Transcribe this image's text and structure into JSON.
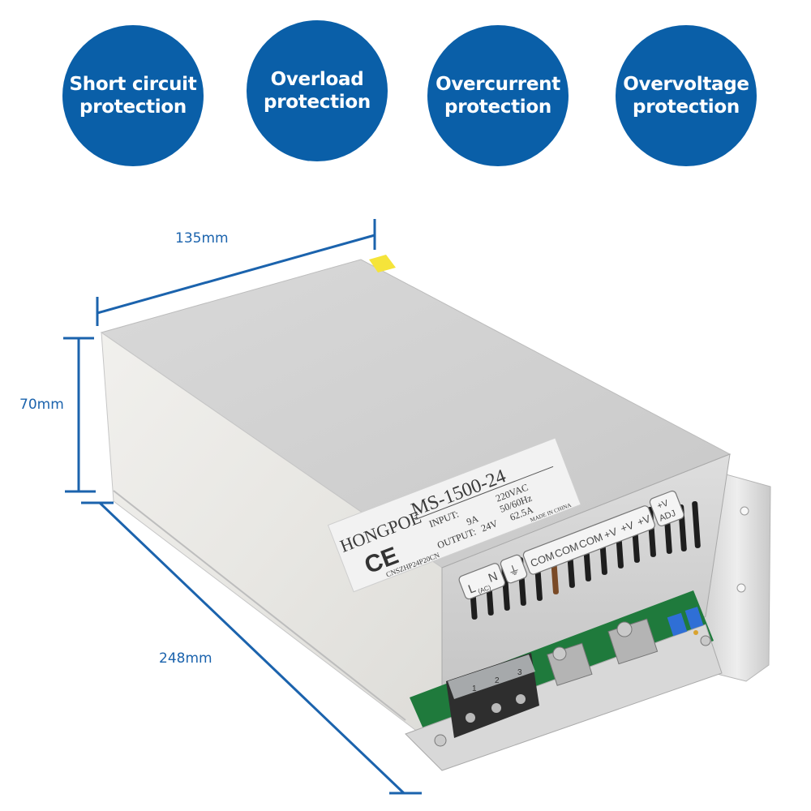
{
  "badges": [
    {
      "line1": "Short circuit",
      "line2": "protection"
    },
    {
      "line1": "Overload",
      "line2": "protection"
    },
    {
      "line1": "Overcurrent",
      "line2": "protection"
    },
    {
      "line1": "Overvoltage",
      "line2": "protection"
    }
  ],
  "dimensions": {
    "width": "135mm",
    "height": "70mm",
    "length": "248mm"
  },
  "product_label": {
    "brand": "HONGPOE",
    "model": "MS-1500-24",
    "input_label": "INPUT:",
    "input_voltage": "220VAC",
    "input_current": "9A",
    "input_freq": "50/60Hz",
    "output_label": "OUTPUT:",
    "output_voltage": "24V",
    "output_current": "62.5A",
    "origin": "MADE IN CHINA",
    "cert_mark": "CE",
    "serial": "CNSZHP24P20CN"
  },
  "terminal_labels": {
    "line": "L",
    "neutral": "N",
    "ac": "(AC)",
    "ground": "⏚",
    "com": [
      "COM",
      "COM",
      "COM"
    ],
    "plus_v": [
      "+V",
      "+V",
      "+V"
    ],
    "adj_top": "+V",
    "adj_bottom": "ADJ"
  },
  "terminal_block_numbers": [
    "1",
    "2",
    "3"
  ],
  "colors": {
    "badge_blue": "#0a5fa8",
    "dimension_blue": "#1b63ad",
    "pcb_green": "#1f7a3c",
    "trimmer_blue": "#2f6fd6",
    "warning_sticker": "#f5e43a"
  }
}
